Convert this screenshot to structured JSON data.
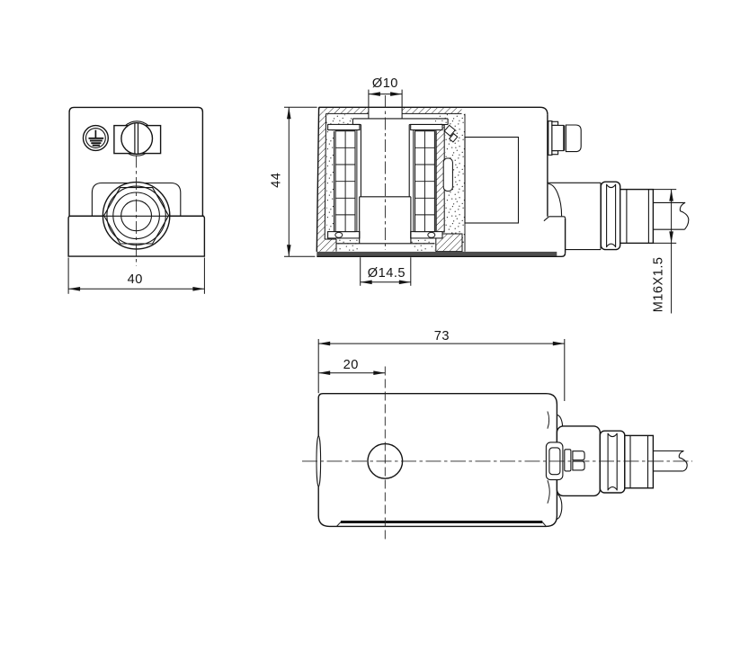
{
  "drawing": {
    "type": "engineering-dimension-drawing",
    "subject": "solenoid coil",
    "views": [
      "front view",
      "sectioned side view",
      "top view"
    ],
    "units": "mm"
  },
  "dimensions": {
    "plate_width": "40",
    "coil_height": "44",
    "hole_top_diameter": "Ø10",
    "bore_bottom_diameter": "Ø14.5",
    "body_length": "73",
    "hole_offset": "20",
    "gland_thread": "M16X1.5"
  },
  "colors": {
    "line": "#141414",
    "background": "#ffffff",
    "mounting_band": "#4d4d4d"
  }
}
